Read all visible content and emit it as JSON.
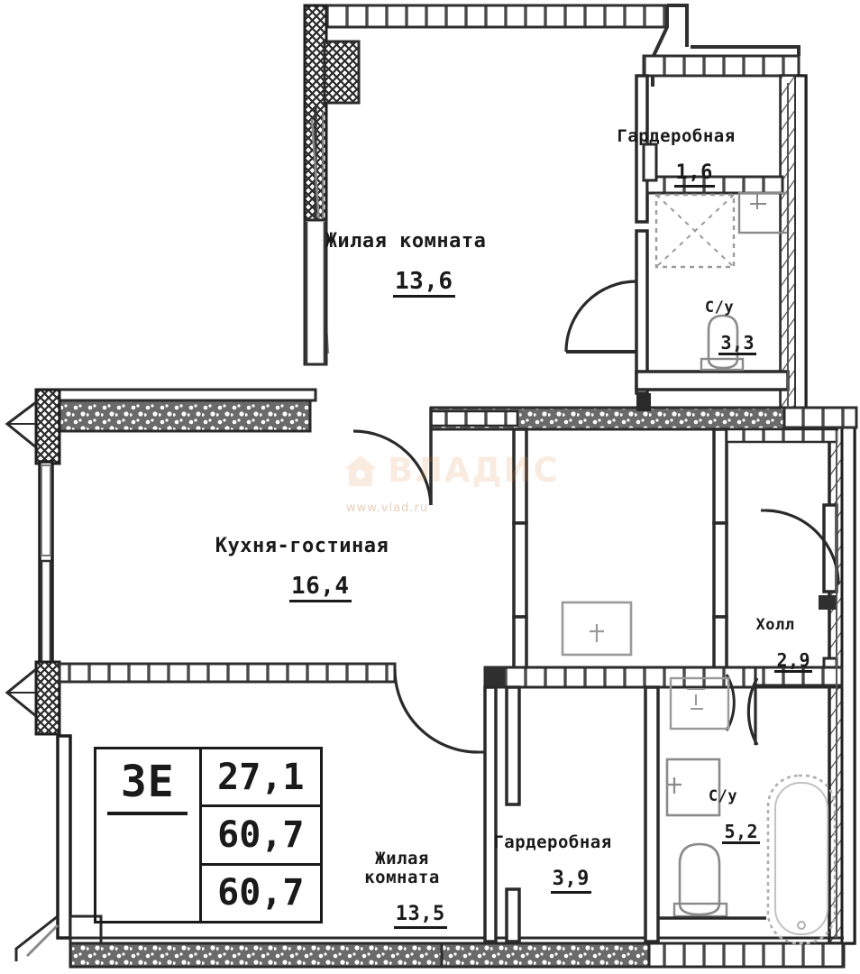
{
  "document": {
    "type": "apartment-floor-plan",
    "language": "ru"
  },
  "badge": {
    "rooms_label": "3Е",
    "values": [
      "27,1",
      "60,7",
      "60,7"
    ]
  },
  "watermark": {
    "text": "ВЛАДИС",
    "subtext": "www.vlad.ru"
  },
  "rooms": [
    {
      "id": "living-room-top",
      "name": "Жилая комната",
      "area": "13,6"
    },
    {
      "id": "wardrobe-top",
      "name": "Гардеробная",
      "area": "1,6"
    },
    {
      "id": "bathroom-top",
      "name": "С/у",
      "area": "3,3"
    },
    {
      "id": "kitchen-living",
      "name": "Кухня-гостиная",
      "area": "16,4"
    },
    {
      "id": "hall",
      "name": "Холл",
      "area": "2,9"
    },
    {
      "id": "wardrobe-bottom",
      "name": "Гардеробная",
      "area": "3,9"
    },
    {
      "id": "bathroom-bottom",
      "name": "С/у",
      "area": "5,2"
    },
    {
      "id": "living-room-bottom",
      "name": "Жилая\nкомната",
      "area": "13,5"
    }
  ],
  "colors": {
    "wall": "#3d3d3d",
    "wall_dark": "#1a1a1a",
    "fixture": "#8a8a8a",
    "text": "#1a1a1a",
    "watermark": "#e08a3c",
    "background": "#ffffff"
  }
}
